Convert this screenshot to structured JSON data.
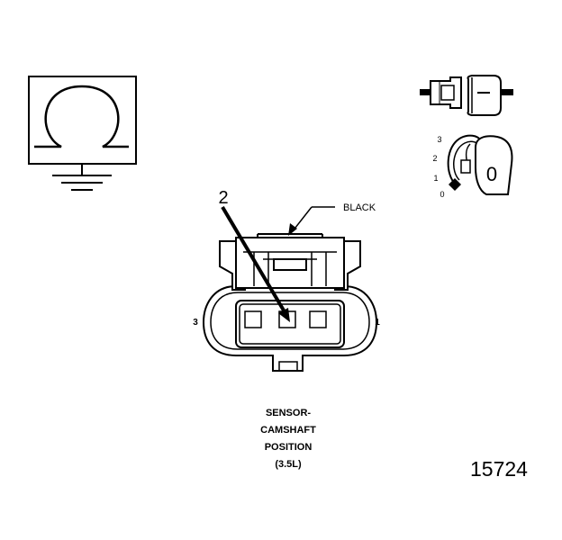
{
  "callout": {
    "wire_color": "BLACK",
    "pin_callout": "2",
    "pin_left": "3",
    "pin_right": "1"
  },
  "lock_diagram": {
    "scale": [
      "3",
      "2",
      "1",
      "0"
    ],
    "key_symbol": "0"
  },
  "caption": {
    "lines": [
      "SENSOR-",
      "CAMSHAFT",
      "POSITION",
      "(3.5L)"
    ]
  },
  "figure_number": "15724",
  "icons": {
    "ohmmeter": "ohm-symbol-icon",
    "ground": "ground-symbol-icon",
    "connector_disengaged": "connector-disengaged-icon",
    "terminal_lock": "terminal-lock-icon"
  }
}
